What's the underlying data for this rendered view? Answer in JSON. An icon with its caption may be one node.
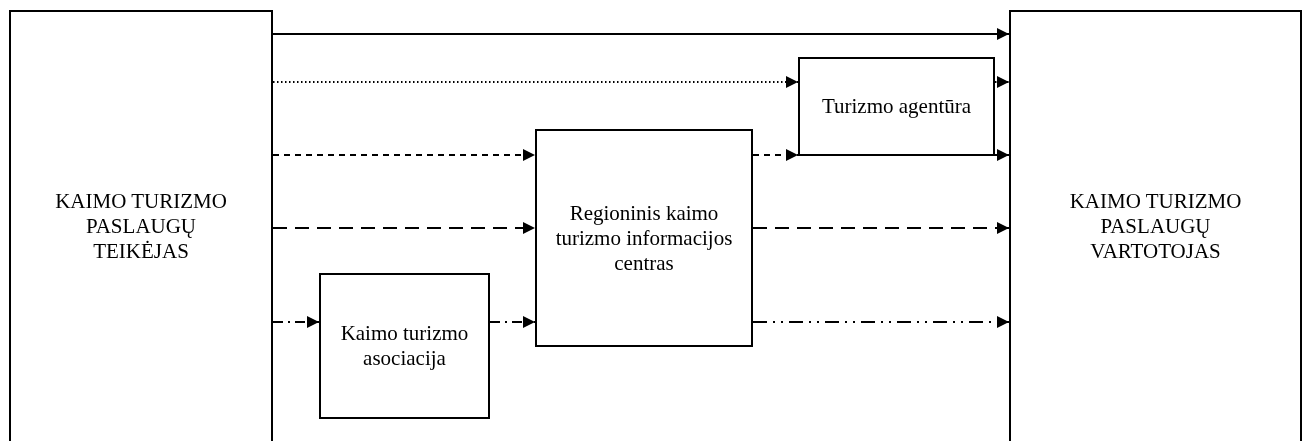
{
  "diagram": {
    "nodes": [
      {
        "text": [
          "KAIMO TURIZMO PASLAUGŲ TEIKĖJAS"
        ]
      },
      {
        "text": [
          "Turizmo agentūra"
        ]
      },
      {
        "text": [
          "Regioninis kaimo turizmo informacijos centras"
        ]
      },
      {
        "text": [
          "Kaimo turizmo asociacija"
        ]
      },
      {
        "text": [
          "KAIMO TURIZMO PASLAUGŲ VARTOTOJAS"
        ]
      }
    ],
    "edges": [
      {
        "from": 0,
        "to": 4,
        "arrow": "to"
      },
      {
        "from": 0,
        "to": 1,
        "arrow": "to",
        "style": "dashed"
      },
      {
        "from": 1,
        "to": 4,
        "arrow": "to",
        "style": "dashed"
      },
      {
        "from": 0,
        "to": 2,
        "arrow": "to",
        "style": "dashed"
      },
      {
        "from": 2,
        "to": 1,
        "arrow": "to",
        "style": "dashed"
      },
      {
        "from": 1,
        "to": 4,
        "arrow": "to",
        "style": "dashed"
      },
      {
        "from": 0,
        "to": 2,
        "arrow": "to",
        "style": "dashed"
      },
      {
        "from": 2,
        "to": 4,
        "arrow": "to",
        "style": "dashed"
      },
      {
        "from": 0,
        "to": 3,
        "arrow": "to",
        "style": "dashed"
      },
      {
        "from": 3,
        "to": 2,
        "arrow": "to",
        "style": "dashed"
      },
      {
        "from": 2,
        "to": 4,
        "arrow": "to",
        "style": "dashed"
      }
    ]
  }
}
